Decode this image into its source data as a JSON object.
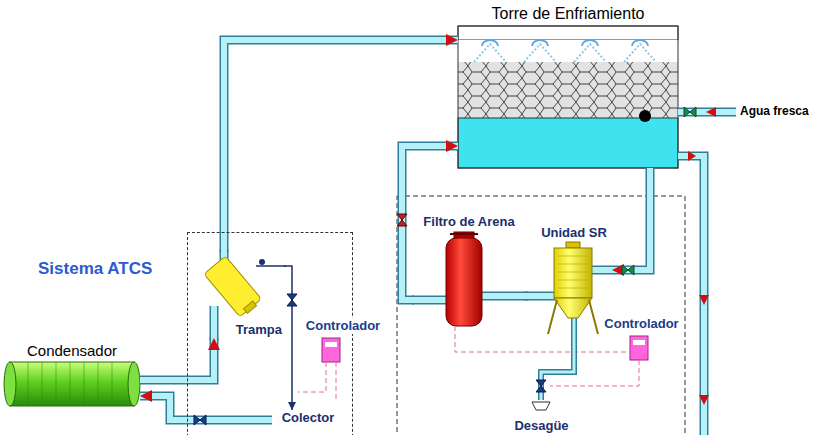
{
  "diagram": {
    "nodes": [
      {
        "text": [
          "Torre de Enfriamiento"
        ]
      },
      {
        "text": [
          "Sistema ATCS"
        ]
      },
      {
        "text": [
          "Trampa"
        ],
        "in": 1
      },
      {
        "text": [
          "Controlador"
        ],
        "in": 1
      },
      {
        "text": [
          "Colector"
        ],
        "in": 1
      },
      {
        "text": [
          "Condensador"
        ]
      },
      {
        "text": [
          "Filtro de Arena"
        ]
      },
      {
        "text": [
          "Unidad SR"
        ]
      },
      {
        "text": [
          "Controlador"
        ]
      },
      {
        "text": [
          "Desagüe"
        ]
      }
    ],
    "edges": [
      {
        "from": 5,
        "to": 2,
        "arrow": "to"
      },
      {
        "from": 2,
        "to": 0,
        "arrow": "to"
      },
      {
        "from": 0,
        "to": 7,
        "arrow": "to"
      },
      {
        "from": 7,
        "to": 6,
        "arrow": "none"
      },
      {
        "from": 6,
        "to": 0,
        "arrow": "to"
      },
      {
        "from": 7,
        "to": 9,
        "arrow": "none"
      },
      {
        "from": 2,
        "to": 4,
        "arrow": "to"
      },
      {
        "from": 4,
        "to": 5,
        "arrow": "to"
      }
    ],
    "labels": [
      "Agua fresca"
    ]
  }
}
